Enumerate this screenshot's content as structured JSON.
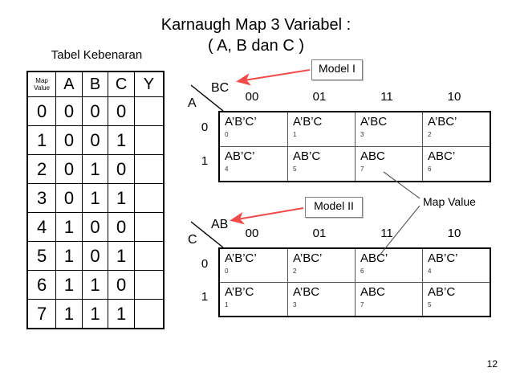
{
  "slide": {
    "title_line1": "Karnaugh Map 3 Variabel :",
    "title_line2": "( A, B dan C )",
    "page_number": "12",
    "accent_red": "#f04a4a",
    "leader_color": "#555555"
  },
  "truth_table": {
    "heading": "Tabel Kebenaran",
    "headers": [
      "Map Value",
      "A",
      "B",
      "C",
      "Y"
    ],
    "rows": [
      [
        "0",
        "0",
        "0",
        "0",
        ""
      ],
      [
        "1",
        "0",
        "0",
        "1",
        ""
      ],
      [
        "2",
        "0",
        "1",
        "0",
        ""
      ],
      [
        "3",
        "0",
        "1",
        "1",
        ""
      ],
      [
        "4",
        "1",
        "0",
        "0",
        ""
      ],
      [
        "5",
        "1",
        "0",
        "1",
        ""
      ],
      [
        "6",
        "1",
        "1",
        "0",
        ""
      ],
      [
        "7",
        "1",
        "1",
        "1",
        ""
      ]
    ]
  },
  "kmap1": {
    "callout": "Model I",
    "row_variable": "A",
    "col_variable": "BC",
    "col_headers": [
      "00",
      "01",
      "11",
      "10"
    ],
    "row_headers": [
      "0",
      "1"
    ],
    "cells": [
      [
        {
          "term": "A’B’C’",
          "index": "0"
        },
        {
          "term": "A’B’C",
          "index": "1"
        },
        {
          "term": "A’BC",
          "index": "3"
        },
        {
          "term": "A’BC’",
          "index": "2"
        }
      ],
      [
        {
          "term": "AB’C’",
          "index": "4"
        },
        {
          "term": "AB’C",
          "index": "5"
        },
        {
          "term": "ABC",
          "index": "7"
        },
        {
          "term": "ABC’",
          "index": "6"
        }
      ]
    ]
  },
  "kmap2": {
    "callout": "Model II",
    "row_variable": "C",
    "col_variable": "AB",
    "col_headers": [
      "00",
      "01",
      "11",
      "10"
    ],
    "row_headers": [
      "0",
      "1"
    ],
    "cells": [
      [
        {
          "term": "A’B’C’",
          "index": "0"
        },
        {
          "term": "A’BC’",
          "index": "2"
        },
        {
          "term": "ABC’",
          "index": "6"
        },
        {
          "term": "AB’C’",
          "index": "4"
        }
      ],
      [
        {
          "term": "A’B’C",
          "index": "1"
        },
        {
          "term": "A’BC",
          "index": "3"
        },
        {
          "term": "ABC",
          "index": "7"
        },
        {
          "term": "AB’C",
          "index": "5"
        }
      ]
    ]
  },
  "annotations": {
    "map_value_label": "Map Value"
  }
}
